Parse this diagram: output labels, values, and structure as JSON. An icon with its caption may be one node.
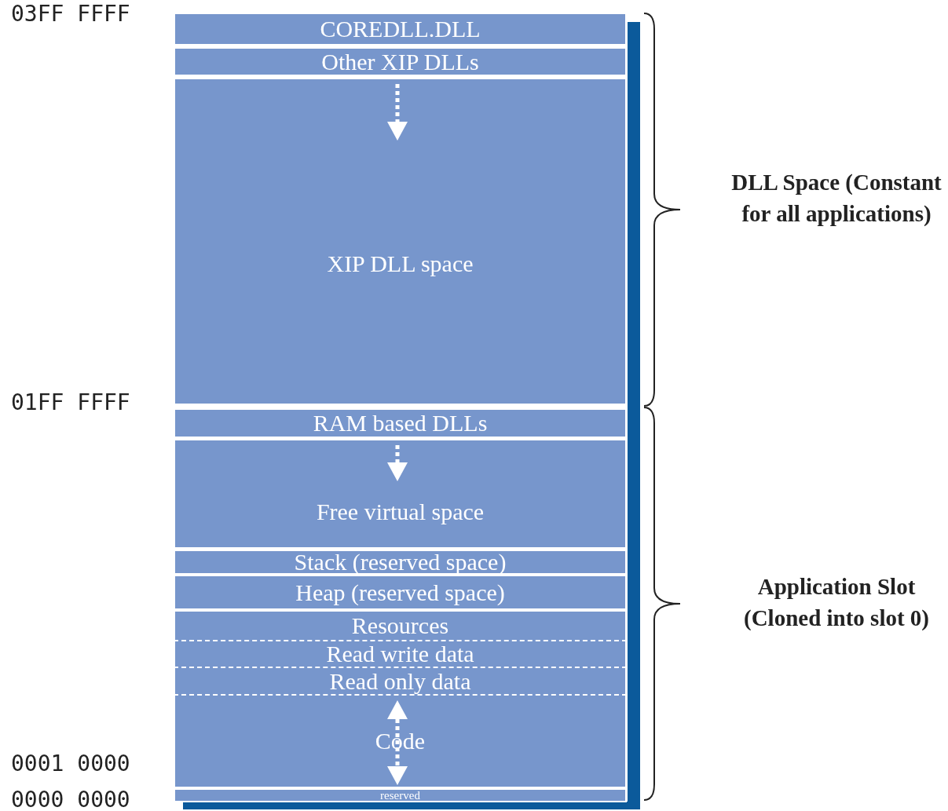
{
  "diagram": {
    "nodes": [
      {
        "text": [
          "COREDLL.DLL"
        ]
      },
      {
        "text": [
          "Other XIP DLLs"
        ]
      },
      {
        "text": [
          "XIP DLL space"
        ]
      },
      {
        "text": [
          "RAM based DLLs"
        ]
      },
      {
        "text": [
          "Free virtual space"
        ]
      },
      {
        "text": [
          "Stack (reserved space)"
        ]
      },
      {
        "text": [
          "Heap (reserved space)"
        ]
      },
      {
        "text": [
          "Resources"
        ]
      },
      {
        "text": [
          "Read write data"
        ]
      },
      {
        "text": [
          "Read only data"
        ]
      },
      {
        "text": [
          "Code"
        ]
      },
      {
        "text": [
          "reserved"
        ]
      }
    ],
    "edges": [],
    "labels": [
      "03FF FFFF",
      "01FF FFFF",
      "0001 0000",
      "0000 0000",
      "DLL Space (Constant for all applications)",
      "Application Slot (Cloned into slot 0)"
    ]
  }
}
